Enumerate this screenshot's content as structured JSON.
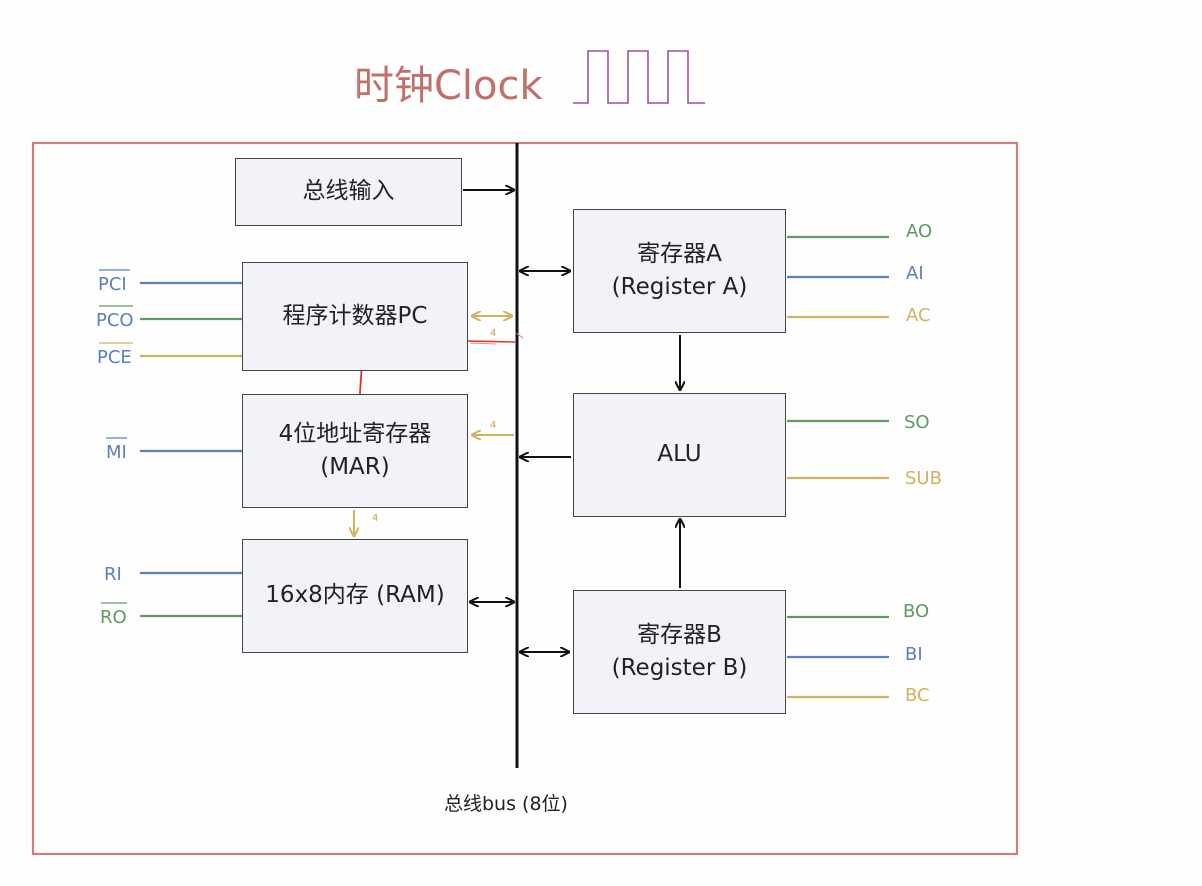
{
  "title": "时钟Clock",
  "bus_label": "总线bus (8位)",
  "blocks": {
    "bus_input": "总线输入",
    "pc": "程序计数器PC",
    "mar": "4位地址寄存器\n(MAR)",
    "ram": "16x8内存 (RAM)",
    "reg_a": "寄存器A\n(Register A)",
    "alu": "ALU",
    "reg_b": "寄存器B\n(Register B)"
  },
  "signals_left": {
    "pci": "PCI",
    "pco": "PCO",
    "pce": "PCE",
    "mi": "MI",
    "ri": "RI",
    "ro": "RO"
  },
  "signals_right": {
    "ao": "AO",
    "ai": "AI",
    "ac": "AC",
    "so": "SO",
    "sub": "SUB",
    "bo": "BO",
    "bi": "BI",
    "bc": "BC"
  },
  "bit_width_labels": {
    "pc_bus": "4",
    "mar_bus": "4",
    "mar_ram": "4"
  },
  "colors": {
    "frame": "#c8807a",
    "clock": "#a0509a",
    "blue": "#5a7fc2",
    "green": "#5e9a62",
    "yellow": "#d2b25e",
    "annotation_red": "#e0302c"
  }
}
